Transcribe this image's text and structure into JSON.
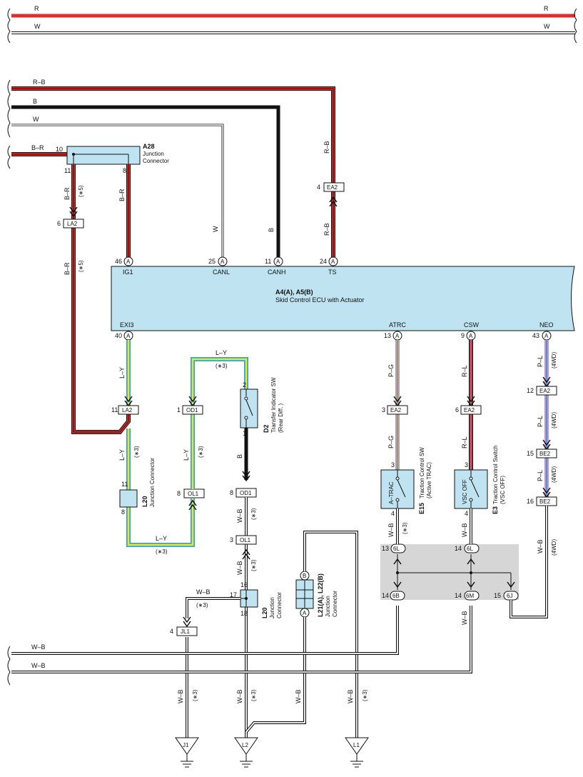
{
  "colors": {
    "R": "#e32b2b",
    "B": "#111111",
    "W": "#ffffff",
    "Y": "#f3e61f",
    "L": "#29a7e0",
    "P": "#d98ac0",
    "G": "#5bbd5a",
    "ecu_fill": "#bfe3f1",
    "shade": "#d6d6d6"
  },
  "wires": {
    "top_r": "R",
    "top_w": "W",
    "rb": "R–B",
    "b": "B",
    "w": "W",
    "br": "B–R",
    "ly": "L–Y",
    "pg": "P–G",
    "rl": "R–L",
    "pl": "P–L",
    "wb": "W–B",
    "n3": "(∗3)",
    "n5": "(∗5)",
    "n4wd": "(4WD)"
  },
  "ecu": {
    "name": "A4(A), A5(B)",
    "desc": "Skid Control ECU with Actuator",
    "terminals": {
      "ig1": "IG1",
      "canl": "CANL",
      "canh": "CANH",
      "ts": "TS",
      "exi3": "EXI3",
      "atrc": "ATRC",
      "csw": "CSW",
      "neo": "NEO"
    },
    "pin_ig1": "46",
    "pin_canl": "25",
    "pin_canh": "11",
    "pin_ts": "24",
    "pin_exi3": "40",
    "pin_atrc": "13",
    "pin_csw": "9",
    "pin_neo": "43",
    "letter": "A"
  },
  "components": {
    "a28_id": "A28",
    "a28_l1": "Junction",
    "a28_l2": "Connector",
    "d2_id": "D2",
    "d2_l1": "Transfer Indicator SW",
    "d2_l2": "(Rear Diff. )",
    "l20_id": "L20",
    "l20_desc": "Junction Connector",
    "l20b_l1": "Junction",
    "l20b_l2": "Connector",
    "e15_id": "E15",
    "e15_l1": "Traction Control SW",
    "e15_l2": "(Active TRAC)",
    "e15_label": "A–TRAC",
    "e3_id": "E3",
    "e3_l1": "Traction Control Switch",
    "e3_l2": "(VSC OFF)",
    "e3_label": "VSC OFF",
    "l21_id": "L21(A), L22(B)",
    "l21_l1": "Junction",
    "l21_l2": "Connector",
    "letter_a": "A",
    "letter_b": "B"
  },
  "connectors": {
    "ea2": "EA2",
    "la2": "LA2",
    "od1": "OD1",
    "ol1": "OL1",
    "be2": "BE2",
    "jl1": "JL1",
    "c6l": "6L",
    "c6b": "6B",
    "c6m": "6M",
    "c6j": "6J"
  },
  "pins": {
    "p10": "10",
    "p11": "11",
    "p8": "8",
    "p6": "6",
    "p4": "4",
    "p2": "2",
    "p1": "1",
    "p3": "3",
    "p12": "12",
    "p15": "15",
    "p16": "16",
    "p13": "13",
    "p14": "14",
    "p17": "17",
    "p18": "18"
  },
  "grounds": {
    "j1": "J1",
    "l2": "L2",
    "l1": "L1"
  }
}
